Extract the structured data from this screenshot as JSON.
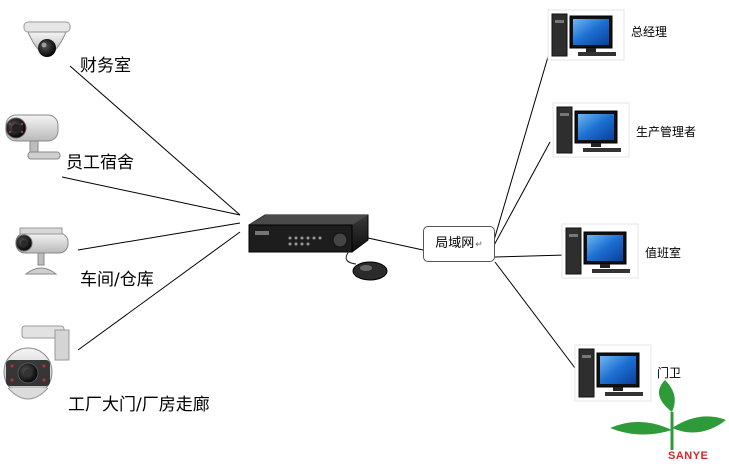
{
  "cameras": [
    {
      "id": "dome",
      "label": "财务室"
    },
    {
      "id": "bullet-ir",
      "label": "员工宿舍"
    },
    {
      "id": "bullet",
      "label": "车间/仓库"
    },
    {
      "id": "ptz",
      "label": "工厂大门/厂房走廊"
    }
  ],
  "lan": {
    "label": "局域网",
    "return_mark": "↵"
  },
  "workstations": [
    {
      "id": "ws1",
      "label": "总经理"
    },
    {
      "id": "ws2",
      "label": "生产管理者"
    },
    {
      "id": "ws3",
      "label": "值班室"
    },
    {
      "id": "ws4",
      "label": "门卫"
    }
  ],
  "logo": {
    "text": "SANYE",
    "color": "#d8262b",
    "leaf_color": "#2f9a3a"
  }
}
